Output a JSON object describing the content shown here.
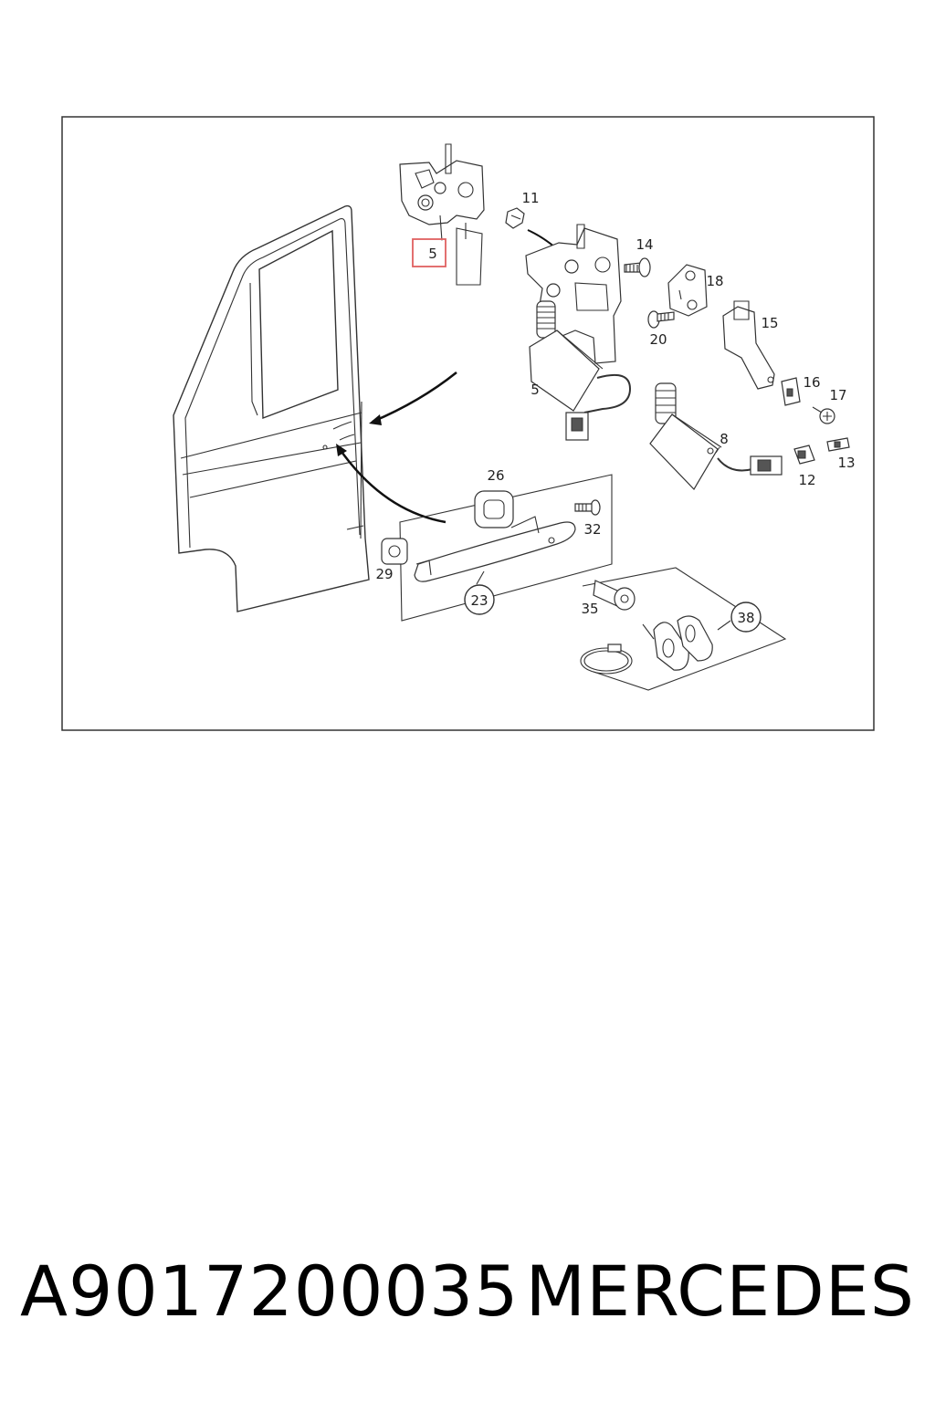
{
  "diagram": {
    "callouts": {
      "c5_highlight": "5",
      "c11": "11",
      "c14": "14",
      "c18": "18",
      "c20": "20",
      "c15": "15",
      "c5": "5",
      "c16": "16",
      "c17": "17",
      "c8": "8",
      "c13": "13",
      "c12": "12",
      "c26": "26",
      "c32": "32",
      "c29": "29",
      "c23": "23",
      "c35": "35",
      "c38": "38"
    },
    "highlight_color": "#e06060",
    "line_color": "#333333"
  },
  "footer": {
    "part_number": "A9017200035",
    "brand": "MERCEDES"
  }
}
